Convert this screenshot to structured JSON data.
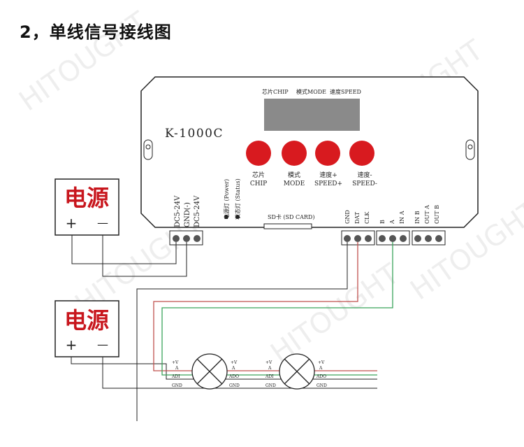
{
  "title": "2，单线信号接线图",
  "controller": {
    "model": "K-1000C",
    "screen_labels": {
      "chip": "芯片CHIP",
      "mode": "模式MODE",
      "speed": "速度SPEED"
    },
    "buttons": [
      {
        "cn": "芯片",
        "en": "CHIP"
      },
      {
        "cn": "模式",
        "en": "MODE"
      },
      {
        "cn": "速度+",
        "en": "SPEED+"
      },
      {
        "cn": "速度-",
        "en": "SPEED-"
      }
    ],
    "power_terminals": [
      "DC5-24V",
      "GND(-)",
      "DC5-24V"
    ],
    "indicators": [
      "电源灯 (Power)",
      "状态灯 (Status)"
    ],
    "sd_label": "SD卡 (SD CARD)",
    "signal_terminals": [
      "GND",
      "DAT",
      "CLK"
    ],
    "in_terminals": [
      "B",
      "A",
      "IN A"
    ],
    "out_terminals": [
      "IN B",
      "OUT A",
      "OUT B"
    ]
  },
  "power_supplies": [
    {
      "label": "电源",
      "plus": "+",
      "minus": "—"
    },
    {
      "label": "电源",
      "plus": "+",
      "minus": "—"
    }
  ],
  "lamp_pins": {
    "left": [
      "+V",
      "A",
      "ADI",
      "GND"
    ],
    "right": [
      "+V",
      "A",
      "ADO",
      "GND"
    ]
  },
  "colors": {
    "red_button": "#d81a1f",
    "power_text": "#c8161d",
    "data_wire": "#c0504d",
    "clock_wire": "#3aa35a",
    "screen": "#8a8a8a"
  },
  "watermark": "HITOUGHT"
}
